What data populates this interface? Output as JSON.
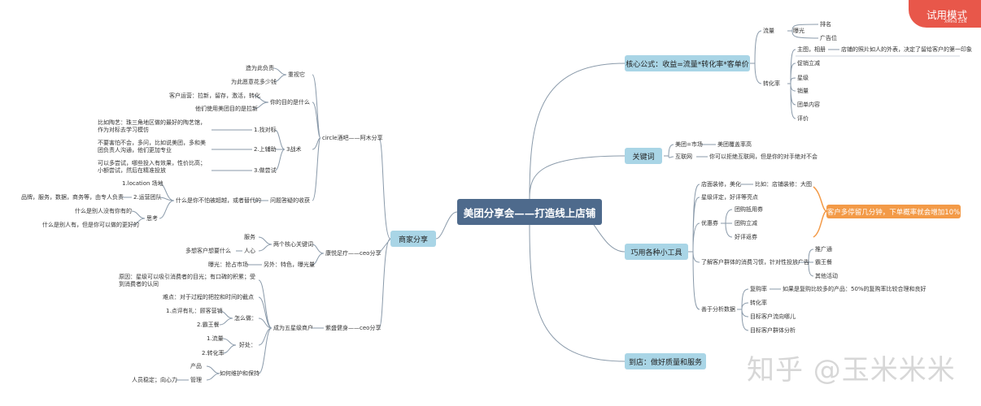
{
  "central": "美团分享会——打造线上店铺",
  "trial": {
    "label": "试用模式",
    "brand": "XMind ZEN"
  },
  "watermark": "知乎 @玉米米米",
  "right": {
    "b1": {
      "title": "核心公式：收益=流量*转化率*客单价",
      "liuliang": "流量",
      "baoguang": "曝光",
      "paiming": "排名",
      "guanggaowei": "广告位",
      "zhuanhualv": "转化率",
      "zhutu": "主图，相册",
      "zhutu_note": "店铺的照片如人的外表，决定了留给客户的第一印象",
      "cuxiao": "促销立减",
      "xingji": "星级",
      "xiaoliang": "销量",
      "tuandan": "团单内容",
      "pingjia": "评价"
    },
    "b2": {
      "title": "关键词",
      "meituan": "美团=市场",
      "meituan_note": "美团覆盖率高",
      "hulianwang": "互联网",
      "hulianwang_note": "你可以拒绝互联网，但是你的对手绝对不会"
    },
    "b3": {
      "title": "巧用各种小工具",
      "dianmian": "店面装修，美化",
      "dianmian_note": "比如：店铺装修：大图",
      "xingji": "星级评定，好评等亮点",
      "youhui": "优惠券",
      "tuangou": "团购抵用券",
      "lijian": "团购立减",
      "haoping": "好评返券",
      "liaojie": "了解客户群体的消费习惯，针对性投放广告",
      "tuiguang": "推广通",
      "bawang": "霸王餐",
      "qita": "其他活动",
      "shanyu": "善于分析数据",
      "fugou": "复购率",
      "fugou_note": "如果是复购比较多的产品：50%的复购率比较合理和良好",
      "zhuanhua": "转化率",
      "liuxiang": "目标客户流向哪儿",
      "fenxi": "目标客户群体分析"
    },
    "callout": "客户多停留几分钟，下单概率就会增加10%",
    "b4": {
      "title": "到店：做好质量和服务"
    }
  },
  "left": {
    "title": "商家分享",
    "c1": {
      "title": "circle酒吧——阿木分享",
      "zhongshi": "重视它",
      "zaowei": "造为此负责",
      "weishenme": "为此愿意花多少钱",
      "mudi": "你的目的是什么",
      "kehu": "客户运营：拉新，留存，激活，转化",
      "tamen": "他们使用美团目的是拉新",
      "zhanshu": "3战术",
      "zhao": "1.找对标",
      "zhao_note": "比如陶艺：珠三角地区做的最好的陶艺馆，作为对标去学习模仿",
      "fuzhu": "2.上辅助",
      "fuzhu_note": "不要害怕不会，多问，比如说美团，多和美团负责人沟通，他们更加专业",
      "changshi": "3.做尝试",
      "changshi_note": "可以多尝试，哪些投入有效果，性价比高；小额尝试，然后在精准投放",
      "wenti": "问题答疑的收获",
      "shenme": "什么是你不怕被超越，或者替代的",
      "location": "1.location 场地",
      "yunying": "2.运营团队",
      "pinpai": "品牌，服务，数据，商务等，由专人负责",
      "sikao": "思考",
      "sikao1": "什么是别人没有你有的",
      "sikao2": "什么是别人有，但是你可以做的更好的"
    },
    "c2": {
      "title": "康悦足疗——ceo分享",
      "hexin": "两个核心关键词",
      "fuwu": "服务",
      "renxin": "人心",
      "renxin_note": "多想客户想要什么",
      "linwai": "另外：特色，曝光量",
      "baoguang": "曝光：抢占市场"
    },
    "c3": {
      "title": "紫盛健身——ceo分享",
      "wuxing": "成为五星级商户",
      "yuanyin": "原因：星级可以吸引消费者的目光；有口碑的积累；受到消费者的认同",
      "nandian": "难点：对于过程的把控和时间的截点",
      "zenme": "怎么做：",
      "dianping": "1.点评有礼：顾客营销",
      "bawang": "2.霸王餐",
      "haochu": "好处：",
      "liuliang": "1.流量",
      "zhuanhua": "2.转化率",
      "ruhe": "如何维护和保持",
      "chanpin": "产品",
      "guanli": "管理",
      "guanli_note": "人员稳定；向心力"
    }
  }
}
